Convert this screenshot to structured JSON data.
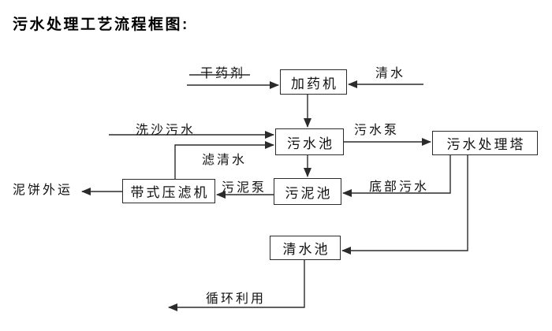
{
  "page": {
    "title": "污水处理工艺流程框图:"
  },
  "diagram": {
    "nodes": {
      "dosing_machine": "加药机",
      "sewage_pool": "污水池",
      "treatment_tower": "污水处理塔",
      "sludge_pool": "污泥池",
      "belt_filter_press": "带式压滤机",
      "clear_water_pool": "清水池"
    },
    "labels": {
      "dry_chemical": "干药剂",
      "clear_water": "清水",
      "sand_washing_sewage": "洗沙污水",
      "sewage_pump": "污水泵",
      "filtered_water": "滤清水",
      "bottom_sewage": "底部污水",
      "sludge_pump": "污泥泵",
      "mud_cake_out": "泥饼外运",
      "recycling": "循环利用"
    },
    "edges": [
      {
        "from": "干药剂(外部)",
        "to": "加药机",
        "label": "干药剂"
      },
      {
        "from": "清水(外部)",
        "to": "加药机",
        "label": "清水"
      },
      {
        "from": "加药机",
        "to": "污水池",
        "label": ""
      },
      {
        "from": "洗沙污水(外部)",
        "to": "污水池",
        "label": "洗沙污水"
      },
      {
        "from": "带式压滤机",
        "to": "污水池",
        "label": "滤清水"
      },
      {
        "from": "污水池",
        "to": "污水处理塔",
        "label": "污水泵"
      },
      {
        "from": "污水池",
        "to": "污泥池",
        "label": ""
      },
      {
        "from": "污水处理塔",
        "to": "污泥池",
        "label": "底部污水"
      },
      {
        "from": "污泥池",
        "to": "带式压滤机",
        "label": "污泥泵"
      },
      {
        "from": "带式压滤机",
        "to": "泥饼外运(外部)",
        "label": "泥饼外运"
      },
      {
        "from": "污水处理塔",
        "to": "清水池",
        "label": ""
      },
      {
        "from": "清水池",
        "to": "循环利用(外部)",
        "label": "循环利用"
      }
    ],
    "colors": {
      "background": "#ffffff",
      "line": "#2b2b2b",
      "text": "#000000"
    }
  }
}
